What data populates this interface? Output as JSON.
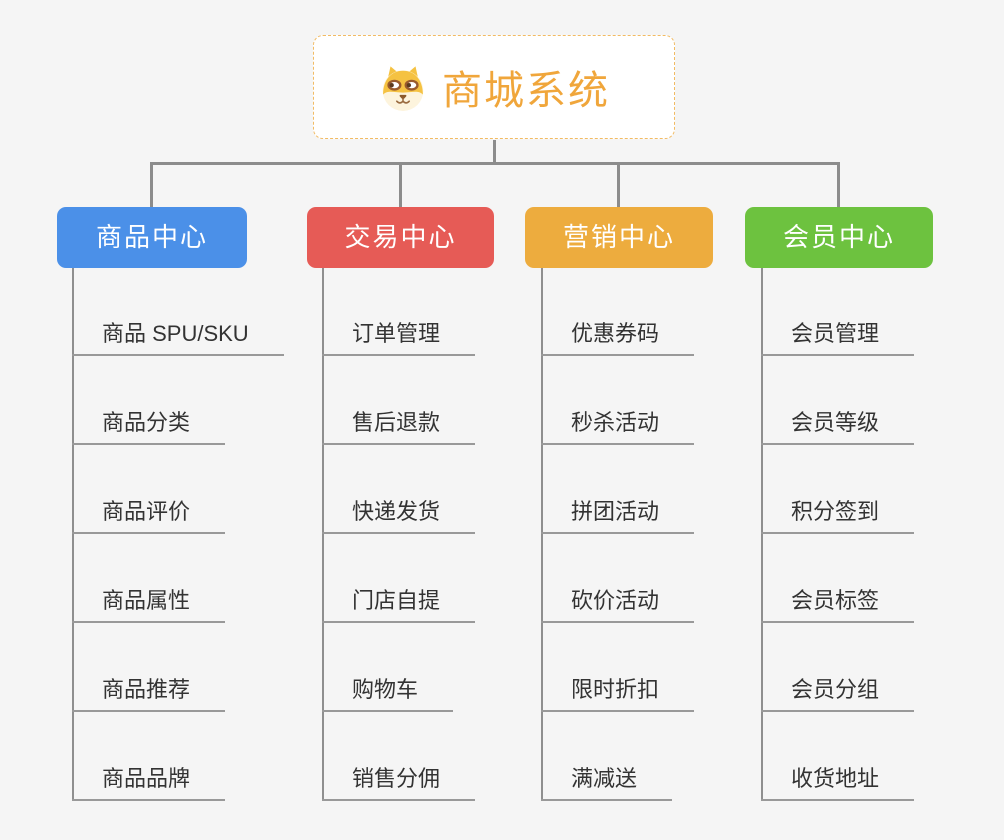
{
  "canvas": {
    "background_color": "#f5f5f5",
    "connector_color": "#8c8c8c",
    "underline_color": "#999999",
    "child_text_color": "#333333"
  },
  "root": {
    "title": "商城系统",
    "icon": "dog-face-icon",
    "text_color": "#f0a63b",
    "border_color": "#f2bb63",
    "background": "#ffffff"
  },
  "branches": [
    {
      "label": "商品中心",
      "color": "#4b90e8",
      "children": [
        "商品 SPU/SKU",
        "商品分类",
        "商品评价",
        "商品属性",
        "商品推荐",
        "商品品牌"
      ]
    },
    {
      "label": "交易中心",
      "color": "#e65b56",
      "children": [
        "订单管理",
        "售后退款",
        "快递发货",
        "门店自提",
        "购物车",
        "销售分佣"
      ]
    },
    {
      "label": "营销中心",
      "color": "#edac3e",
      "children": [
        "优惠券码",
        "秒杀活动",
        "拼团活动",
        "砍价活动",
        "限时折扣",
        "满减送"
      ]
    },
    {
      "label": "会员中心",
      "color": "#6dc23f",
      "children": [
        "会员管理",
        "会员等级",
        "积分签到",
        "会员标签",
        "会员分组",
        "收货地址"
      ]
    }
  ]
}
